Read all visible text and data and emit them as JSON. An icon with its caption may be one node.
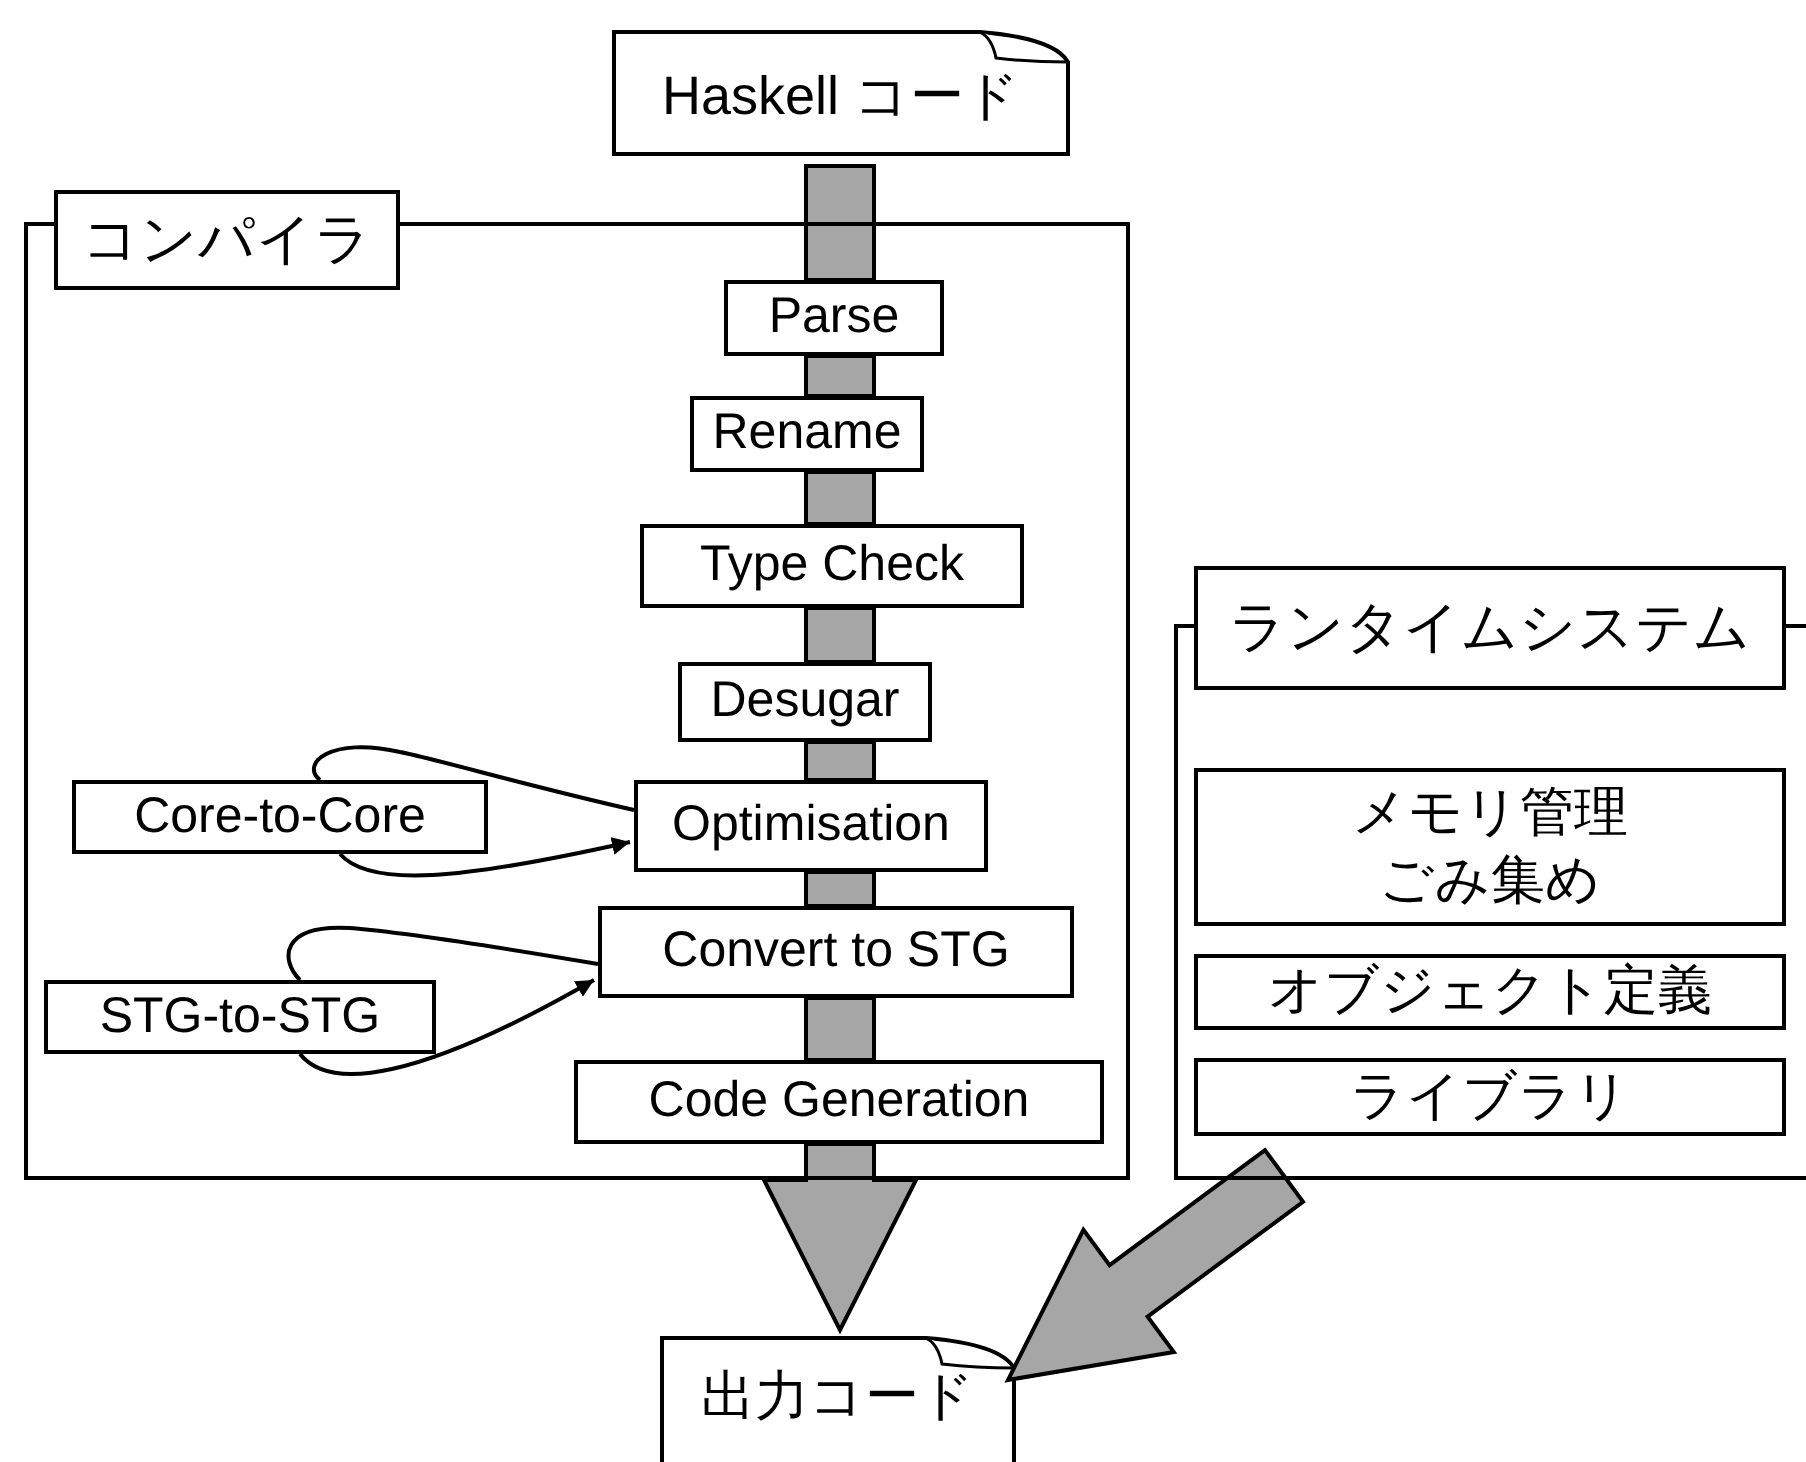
{
  "diagram": {
    "nodes": [
      {
        "text": [
          "Haskell コード"
        ]
      },
      {
        "text": [
          "コンパイラ"
        ]
      },
      {
        "text": [
          "Parse"
        ],
        "in": 1
      },
      {
        "text": [
          "Rename"
        ],
        "in": 1
      },
      {
        "text": [
          "Type Check"
        ],
        "in": 1
      },
      {
        "text": [
          "Desugar"
        ],
        "in": 1
      },
      {
        "text": [
          "Optimisation"
        ],
        "in": 1
      },
      {
        "text": [
          "Convert to STG"
        ],
        "in": 1
      },
      {
        "text": [
          "Code Generation"
        ],
        "in": 1
      },
      {
        "text": [
          "Core-to-Core"
        ],
        "in": 1
      },
      {
        "text": [
          "STG-to-STG"
        ],
        "in": 1
      },
      {
        "text": [
          "ランタイムシステム"
        ]
      },
      {
        "text": [
          "メモリ管理ごみ集め"
        ],
        "in": 11
      },
      {
        "text": [
          "オブジェクト定義"
        ],
        "in": 11
      },
      {
        "text": [
          "ライブラリ"
        ],
        "in": 11
      },
      {
        "text": [
          "出力コード"
        ]
      }
    ],
    "edges": [
      {
        "from": 0,
        "to": 2,
        "arrow": "none",
        "style": "thick"
      },
      {
        "from": 2,
        "to": 3,
        "arrow": "none",
        "style": "thick"
      },
      {
        "from": 3,
        "to": 4,
        "arrow": "none",
        "style": "thick"
      },
      {
        "from": 4,
        "to": 5,
        "arrow": "none",
        "style": "thick"
      },
      {
        "from": 5,
        "to": 6,
        "arrow": "none",
        "style": "thick"
      },
      {
        "from": 6,
        "to": 7,
        "arrow": "none",
        "style": "thick"
      },
      {
        "from": 7,
        "to": 8,
        "arrow": "none",
        "style": "thick"
      },
      {
        "from": 8,
        "to": 15,
        "arrow": "to",
        "style": "thick"
      },
      {
        "from": 11,
        "to": 15,
        "arrow": "to",
        "style": "thick"
      },
      {
        "from": 6,
        "to": 9,
        "arrow": "none"
      },
      {
        "from": 9,
        "to": 6,
        "arrow": "to"
      },
      {
        "from": 7,
        "to": 10,
        "arrow": "none"
      },
      {
        "from": 10,
        "to": 7,
        "arrow": "to"
      }
    ]
  }
}
